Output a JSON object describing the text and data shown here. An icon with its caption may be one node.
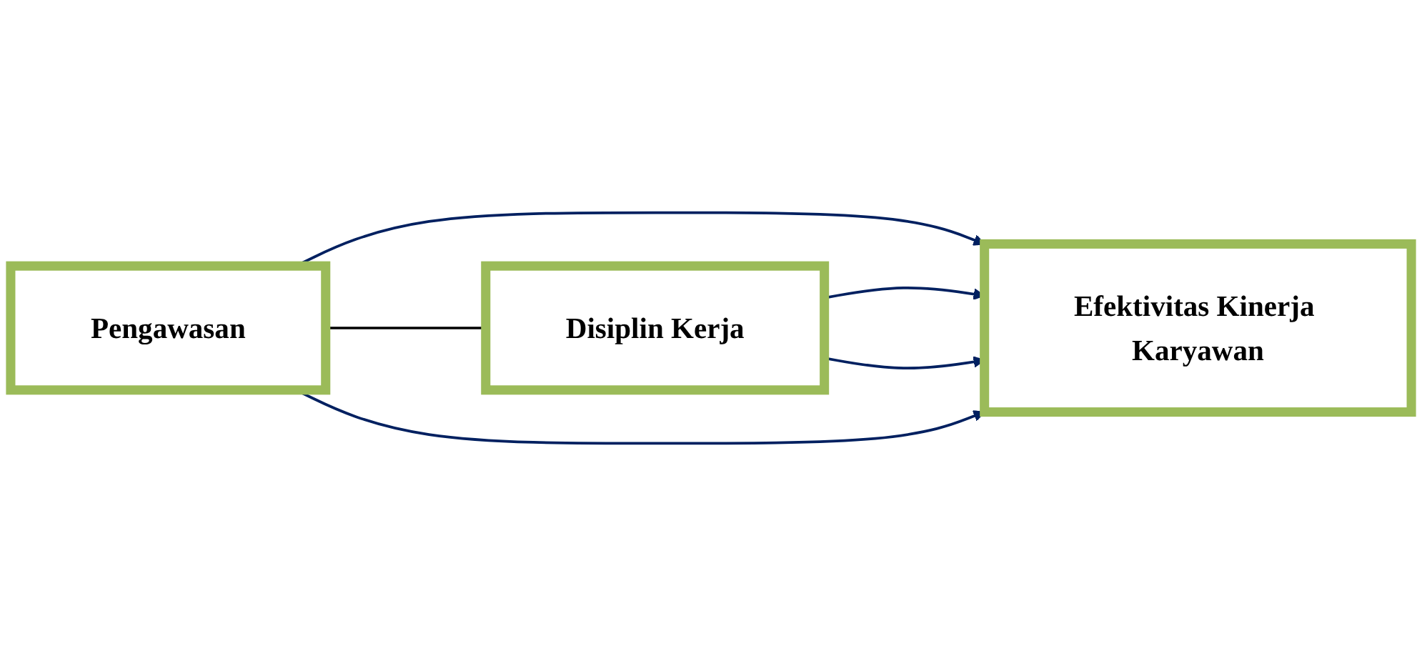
{
  "diagram": {
    "nodes": [
      {
        "text": [
          "Pengawasan"
        ]
      },
      {
        "text": [
          "Disiplin Kerja"
        ]
      },
      {
        "text": [
          "Efektivitas Kinerja Karyawan"
        ]
      }
    ],
    "edges": [
      {
        "from": 0,
        "to": 2,
        "arrow": "to",
        "color": "#002060"
      },
      {
        "from": 1,
        "to": 2,
        "arrow": "to",
        "color": "#002060"
      },
      {
        "from": 0,
        "to": 1,
        "arrow": "none",
        "color": "#000000"
      },
      {
        "from": 0,
        "to": 2,
        "arrow": "to",
        "color": "#002060"
      },
      {
        "from": 1,
        "to": 2,
        "arrow": "to",
        "color": "#002060"
      }
    ]
  }
}
